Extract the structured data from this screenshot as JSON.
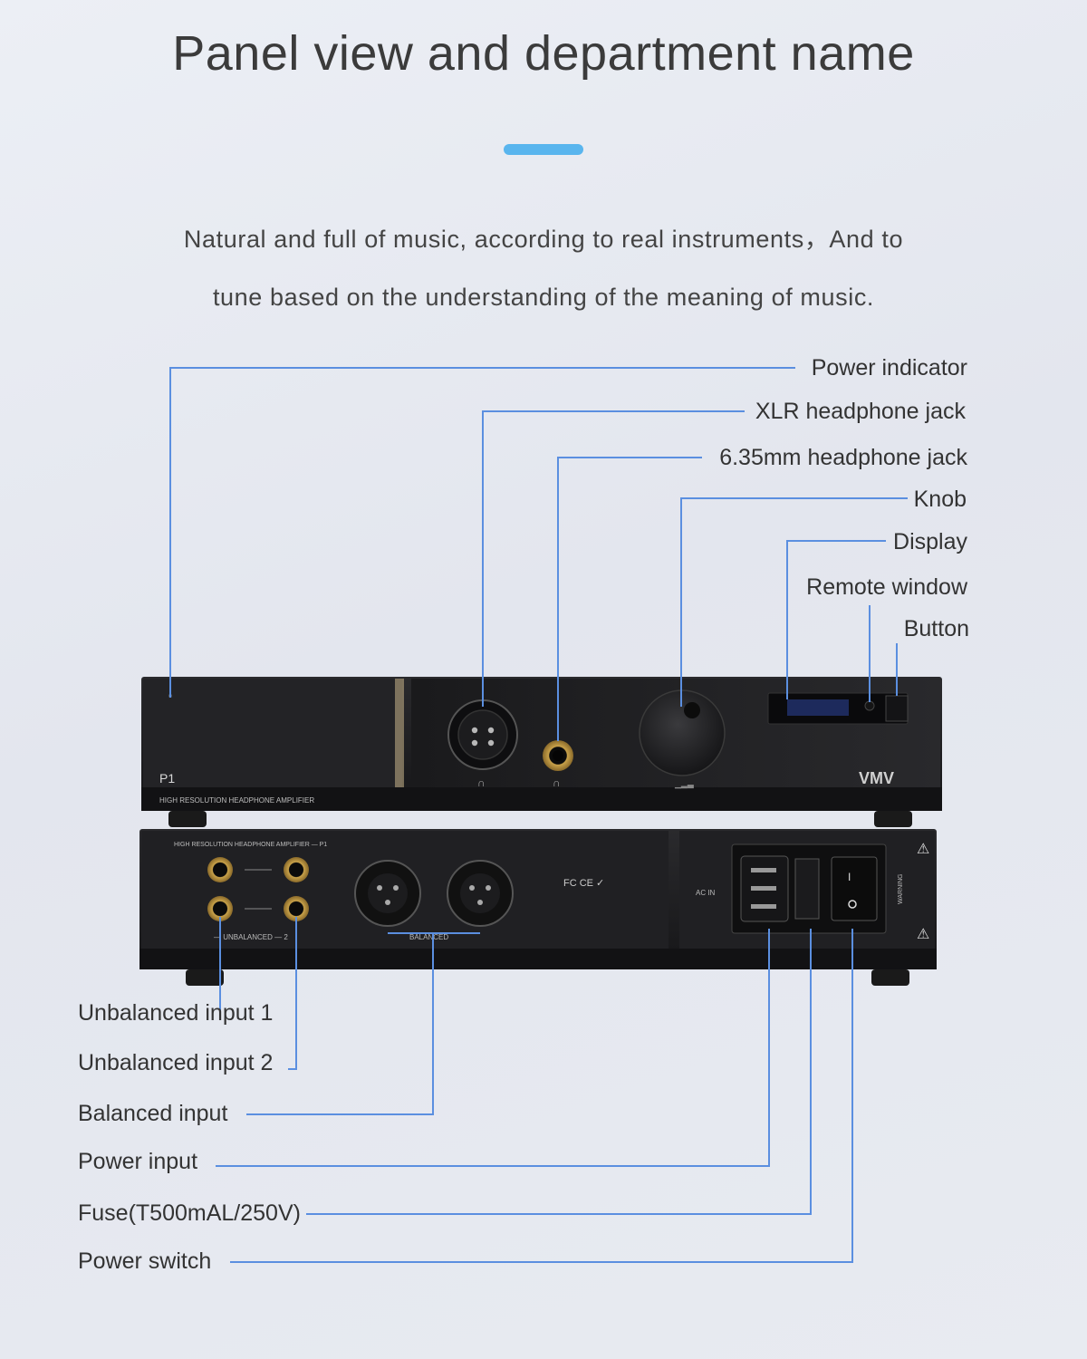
{
  "header": {
    "title": "Panel view and department name",
    "subtitle_line1": "Natural and full of music, according to real instruments，And to",
    "subtitle_line2": "tune  based on the understanding of the meaning of music."
  },
  "device": {
    "model": "P1",
    "front_caption": "HIGH RESOLUTION HEADPHONE AMPLIFIER",
    "brand": "VMV",
    "rear_caption": "HIGH RESOLUTION HEADPHONE AMPLIFIER — P1",
    "unbalanced_caption": "— UNBALANCED — 2",
    "balanced_caption": "BALANCED",
    "ac_in": "AC IN",
    "warning": "WARNING"
  },
  "front_labels": [
    "Power indicator",
    "XLR headphone jack",
    "6.35mm headphone jack",
    "Knob",
    "Display",
    "Remote window",
    "Button"
  ],
  "rear_labels": [
    "Unbalanced input 1",
    "Unbalanced input 2",
    "Balanced input",
    "Power input",
    "Fuse(T500mAL/250V)",
    "Power switch"
  ],
  "colors": {
    "leader": "#5b8fe0",
    "accent": "#59b5ee",
    "chassis": "#1b1b1d"
  }
}
